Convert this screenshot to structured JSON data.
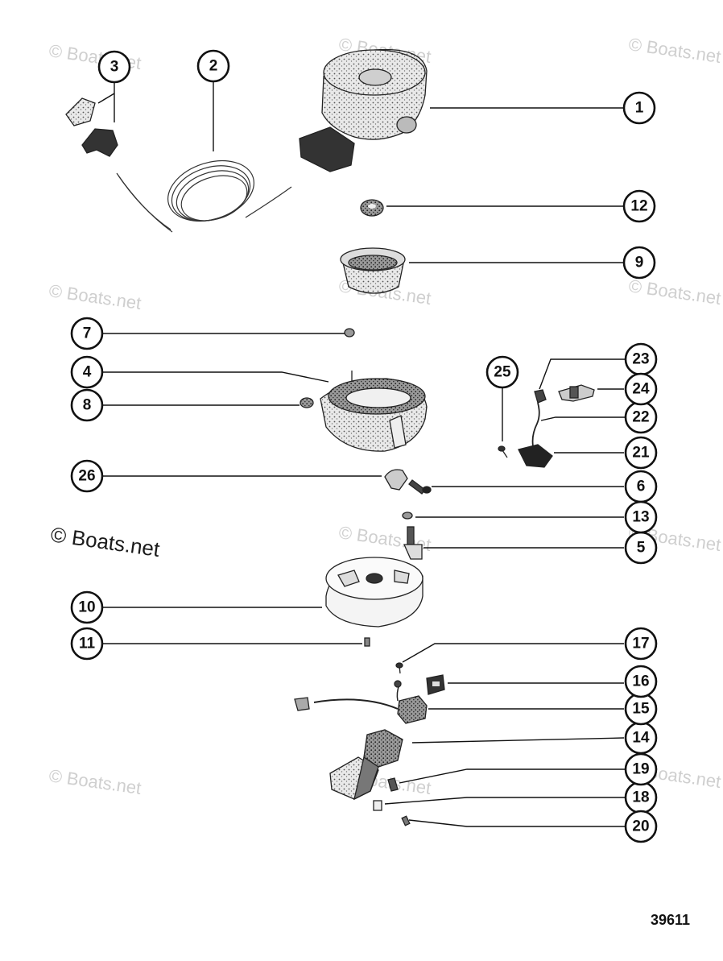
{
  "watermark": "© Boats.net",
  "drawing_number": "39611",
  "callouts": [
    {
      "id": "1",
      "label": "1"
    },
    {
      "id": "2",
      "label": "2"
    },
    {
      "id": "3",
      "label": "3"
    },
    {
      "id": "4",
      "label": "4"
    },
    {
      "id": "5",
      "label": "5"
    },
    {
      "id": "6",
      "label": "6"
    },
    {
      "id": "7",
      "label": "7"
    },
    {
      "id": "8",
      "label": "8"
    },
    {
      "id": "9",
      "label": "9"
    },
    {
      "id": "10",
      "label": "10"
    },
    {
      "id": "11",
      "label": "11"
    },
    {
      "id": "12",
      "label": "12"
    },
    {
      "id": "13",
      "label": "13"
    },
    {
      "id": "14",
      "label": "14"
    },
    {
      "id": "15",
      "label": "15"
    },
    {
      "id": "16",
      "label": "16"
    },
    {
      "id": "17",
      "label": "17"
    },
    {
      "id": "18",
      "label": "18"
    },
    {
      "id": "19",
      "label": "19"
    },
    {
      "id": "20",
      "label": "20"
    },
    {
      "id": "21",
      "label": "21"
    },
    {
      "id": "22",
      "label": "22"
    },
    {
      "id": "23",
      "label": "23"
    },
    {
      "id": "24",
      "label": "24"
    },
    {
      "id": "25",
      "label": "25"
    },
    {
      "id": "26",
      "label": "26"
    }
  ]
}
